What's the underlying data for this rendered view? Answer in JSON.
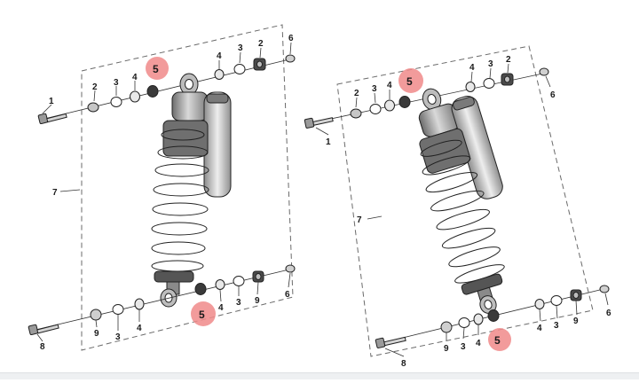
{
  "diagram": {
    "highlight_color": "#f08a8a",
    "assemblies": [
      {
        "name": "shock-assembly-front",
        "callouts": {
          "bolt_top": "1",
          "washer_top": "2",
          "ring_top_left": "3",
          "seal_top_left": "4",
          "bearing_top": "5",
          "seal_top_right": "4",
          "ring_top_right": "3",
          "nut_top": "2",
          "cap_top": "6",
          "frame": "7",
          "bolt_bottom": "8",
          "spacer_bottom_left": "9",
          "ring_bottom_left": "3",
          "seal_bottom_left": "4",
          "bearing_bottom": "5",
          "seal_bottom_right": "4",
          "ring_bottom_right": "3",
          "nut_bottom": "9",
          "cap_bottom": "6"
        }
      },
      {
        "name": "shock-assembly-rear",
        "callouts": {
          "bolt_top": "1",
          "washer_top": "2",
          "ring_top_left": "3",
          "seal_top_left": "4",
          "bearing_top": "5",
          "seal_top_right": "4",
          "ring_top_right": "3",
          "nut_top": "2",
          "cap_top": "6",
          "frame": "7",
          "bolt_bottom": "8",
          "spacer_bottom_left": "9",
          "ring_bottom_left": "3",
          "seal_bottom_left": "4",
          "bearing_bottom": "5",
          "seal_bottom_right": "4",
          "ring_bottom_right": "3",
          "nut_bottom": "9",
          "cap_bottom": "6"
        }
      }
    ]
  }
}
